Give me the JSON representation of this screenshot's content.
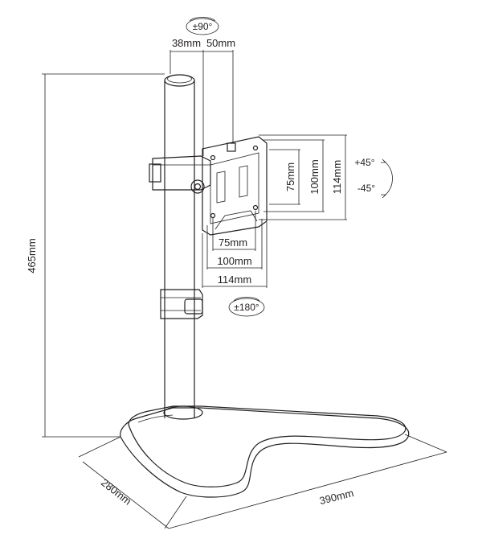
{
  "dimensions": {
    "height_total": "465mm",
    "base_depth": "280mm",
    "base_width": "390mm",
    "offset_38": "38mm",
    "offset_50": "50mm",
    "vesa_v_75": "75mm",
    "vesa_v_100": "100mm",
    "vesa_v_114": "114mm",
    "vesa_h_75": "75mm",
    "vesa_h_100": "100mm",
    "vesa_h_114": "114mm"
  },
  "rotations": {
    "swivel_top": "±90°",
    "rotate_bottom": "±180°",
    "tilt_up": "+45°",
    "tilt_down": "-45°"
  }
}
